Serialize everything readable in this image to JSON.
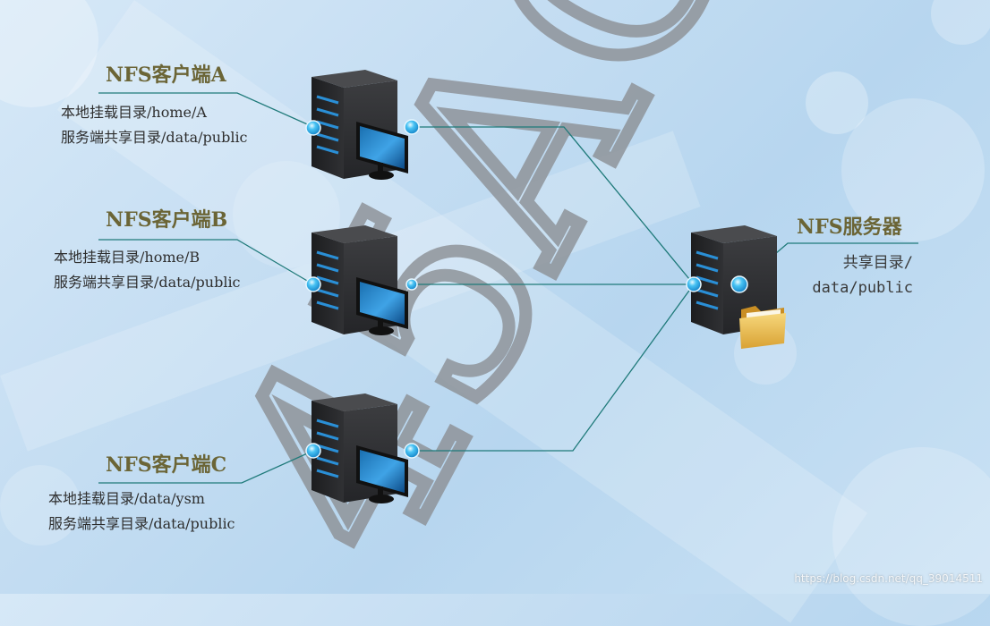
{
  "clients": [
    {
      "title": "NFS客户端A",
      "lines": [
        "本地挂载目录/home/A",
        "服务端共享目录/data/public"
      ]
    },
    {
      "title": "NFS客户端B",
      "lines": [
        "本地挂载目录/home/B",
        "服务端共享目录/data/public"
      ]
    },
    {
      "title": "NFS客户端C",
      "lines": [
        "本地挂载目录/data/ysm",
        "服务端共享目录/data/public"
      ]
    }
  ],
  "server": {
    "title": "NFS服务器",
    "lines": [
      "共享目录/",
      "data/public"
    ]
  },
  "watermark_large": "45AC",
  "footer_url": "https://blog.csdn.net/qq_39014511",
  "colors": {
    "title": "#6b6536",
    "connector": "#1f7a7a",
    "node": "#2aa6e8",
    "server_body": "#2f3033"
  }
}
